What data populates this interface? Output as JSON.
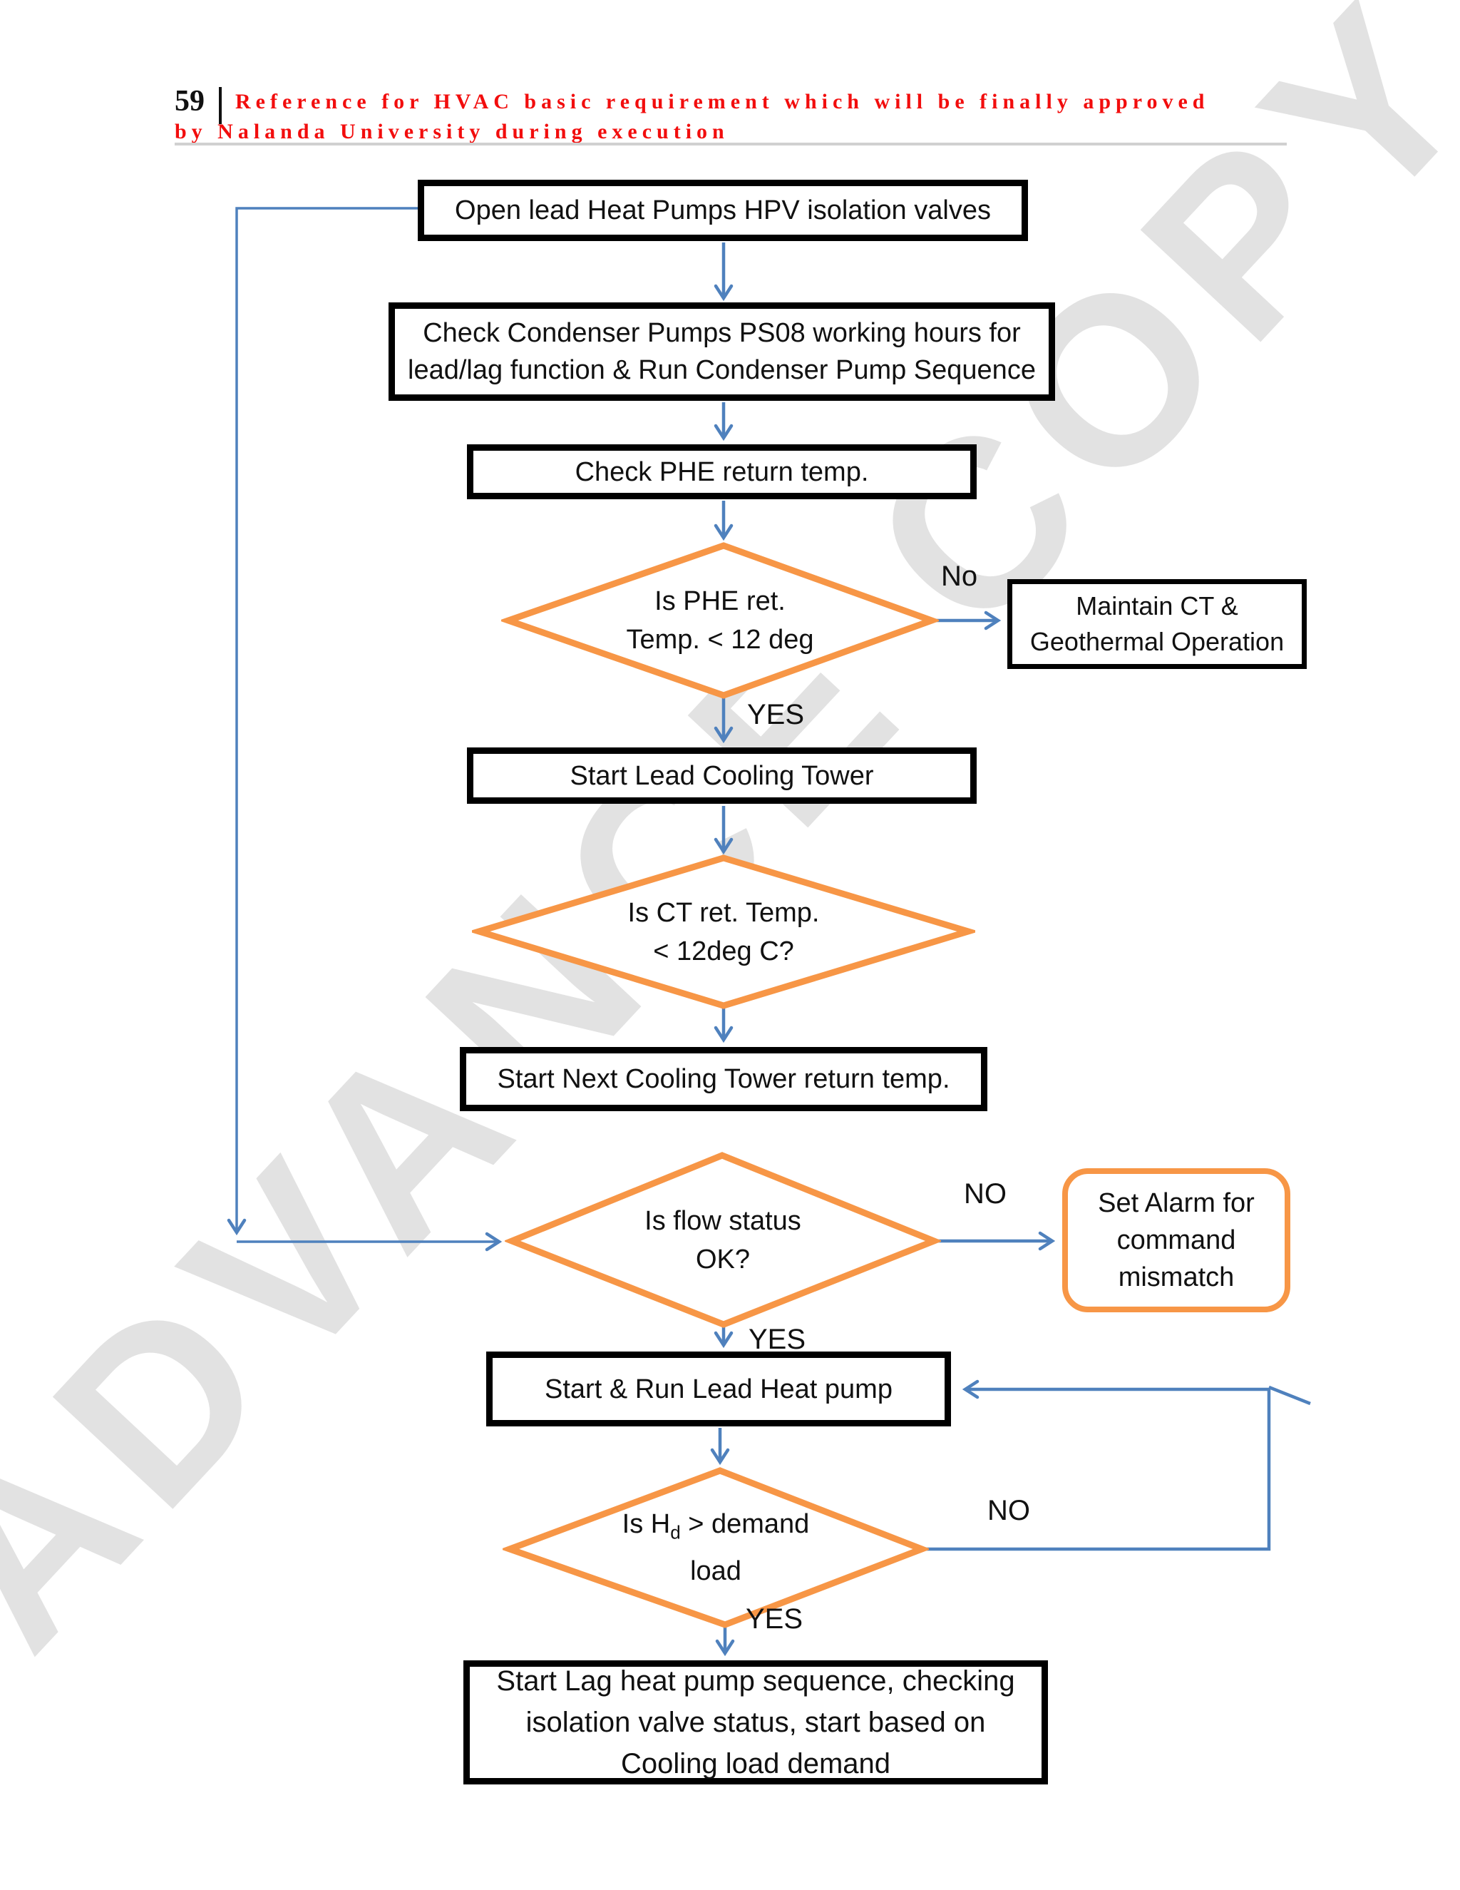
{
  "header": {
    "page_number": "59",
    "title_line1": "Reference for HVAC basic requirement which will be finally approved",
    "title_line2": "by Nalanda University during execution"
  },
  "watermark": "ADVANCE COPY",
  "colors": {
    "connector_blue": "#4f81bd",
    "decision_orange": "#f79646",
    "title_red": "#f20d0d",
    "watermark_gray": "#e2e2e2",
    "box_border_black": "#000000"
  },
  "flowchart": {
    "open_valves": "Open lead Heat Pumps HPV isolation valves",
    "check_condenser_lines": [
      "Check Condenser Pumps PS08 working hours for",
      "lead/lag function & Run Condenser Pump Sequence"
    ],
    "check_phe": "Check PHE return temp.",
    "d1_lines": [
      "Is PHE ret.",
      "Temp. < 12 deg"
    ],
    "no1": "No",
    "maintain_lines": [
      "Maintain CT &",
      "Geothermal Operation"
    ],
    "yes1": "YES",
    "start_lead_ct": "Start Lead Cooling Tower",
    "d2_lines": [
      "Is CT ret. Temp.",
      "< 12deg C?"
    ],
    "start_next_ct": "Start Next Cooling Tower return temp.",
    "d3_lines": [
      "Is flow status",
      "OK?"
    ],
    "no3": "NO",
    "set_alarm_lines": [
      "Set Alarm for",
      "command",
      "mismatch"
    ],
    "yes3": "YES",
    "start_run_lead_hp": "Start & Run Lead Heat pump",
    "d4_line1": {
      "pre": "Is H",
      "sub": "d",
      "post": " > demand"
    },
    "d4_line2": "load",
    "no4": "NO",
    "yes4": "YES",
    "start_lag_lines": [
      "Start Lag heat pump sequence, checking",
      "isolation valve status, start based on",
      "Cooling load demand"
    ]
  }
}
